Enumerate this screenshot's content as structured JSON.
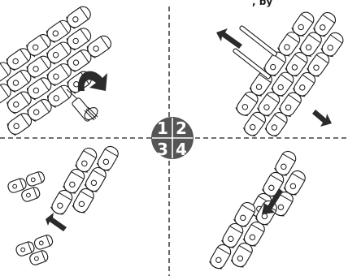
{
  "steps": [
    {
      "number": "1"
    },
    {
      "number": "2"
    },
    {
      "number": "3"
    },
    {
      "number": "4"
    }
  ],
  "colors": {
    "badge_fill": "#555555",
    "badge_text": "#ffffff",
    "line": "#1a1a1a",
    "arrow": "#2b2b2b"
  },
  "top_label": ", by"
}
